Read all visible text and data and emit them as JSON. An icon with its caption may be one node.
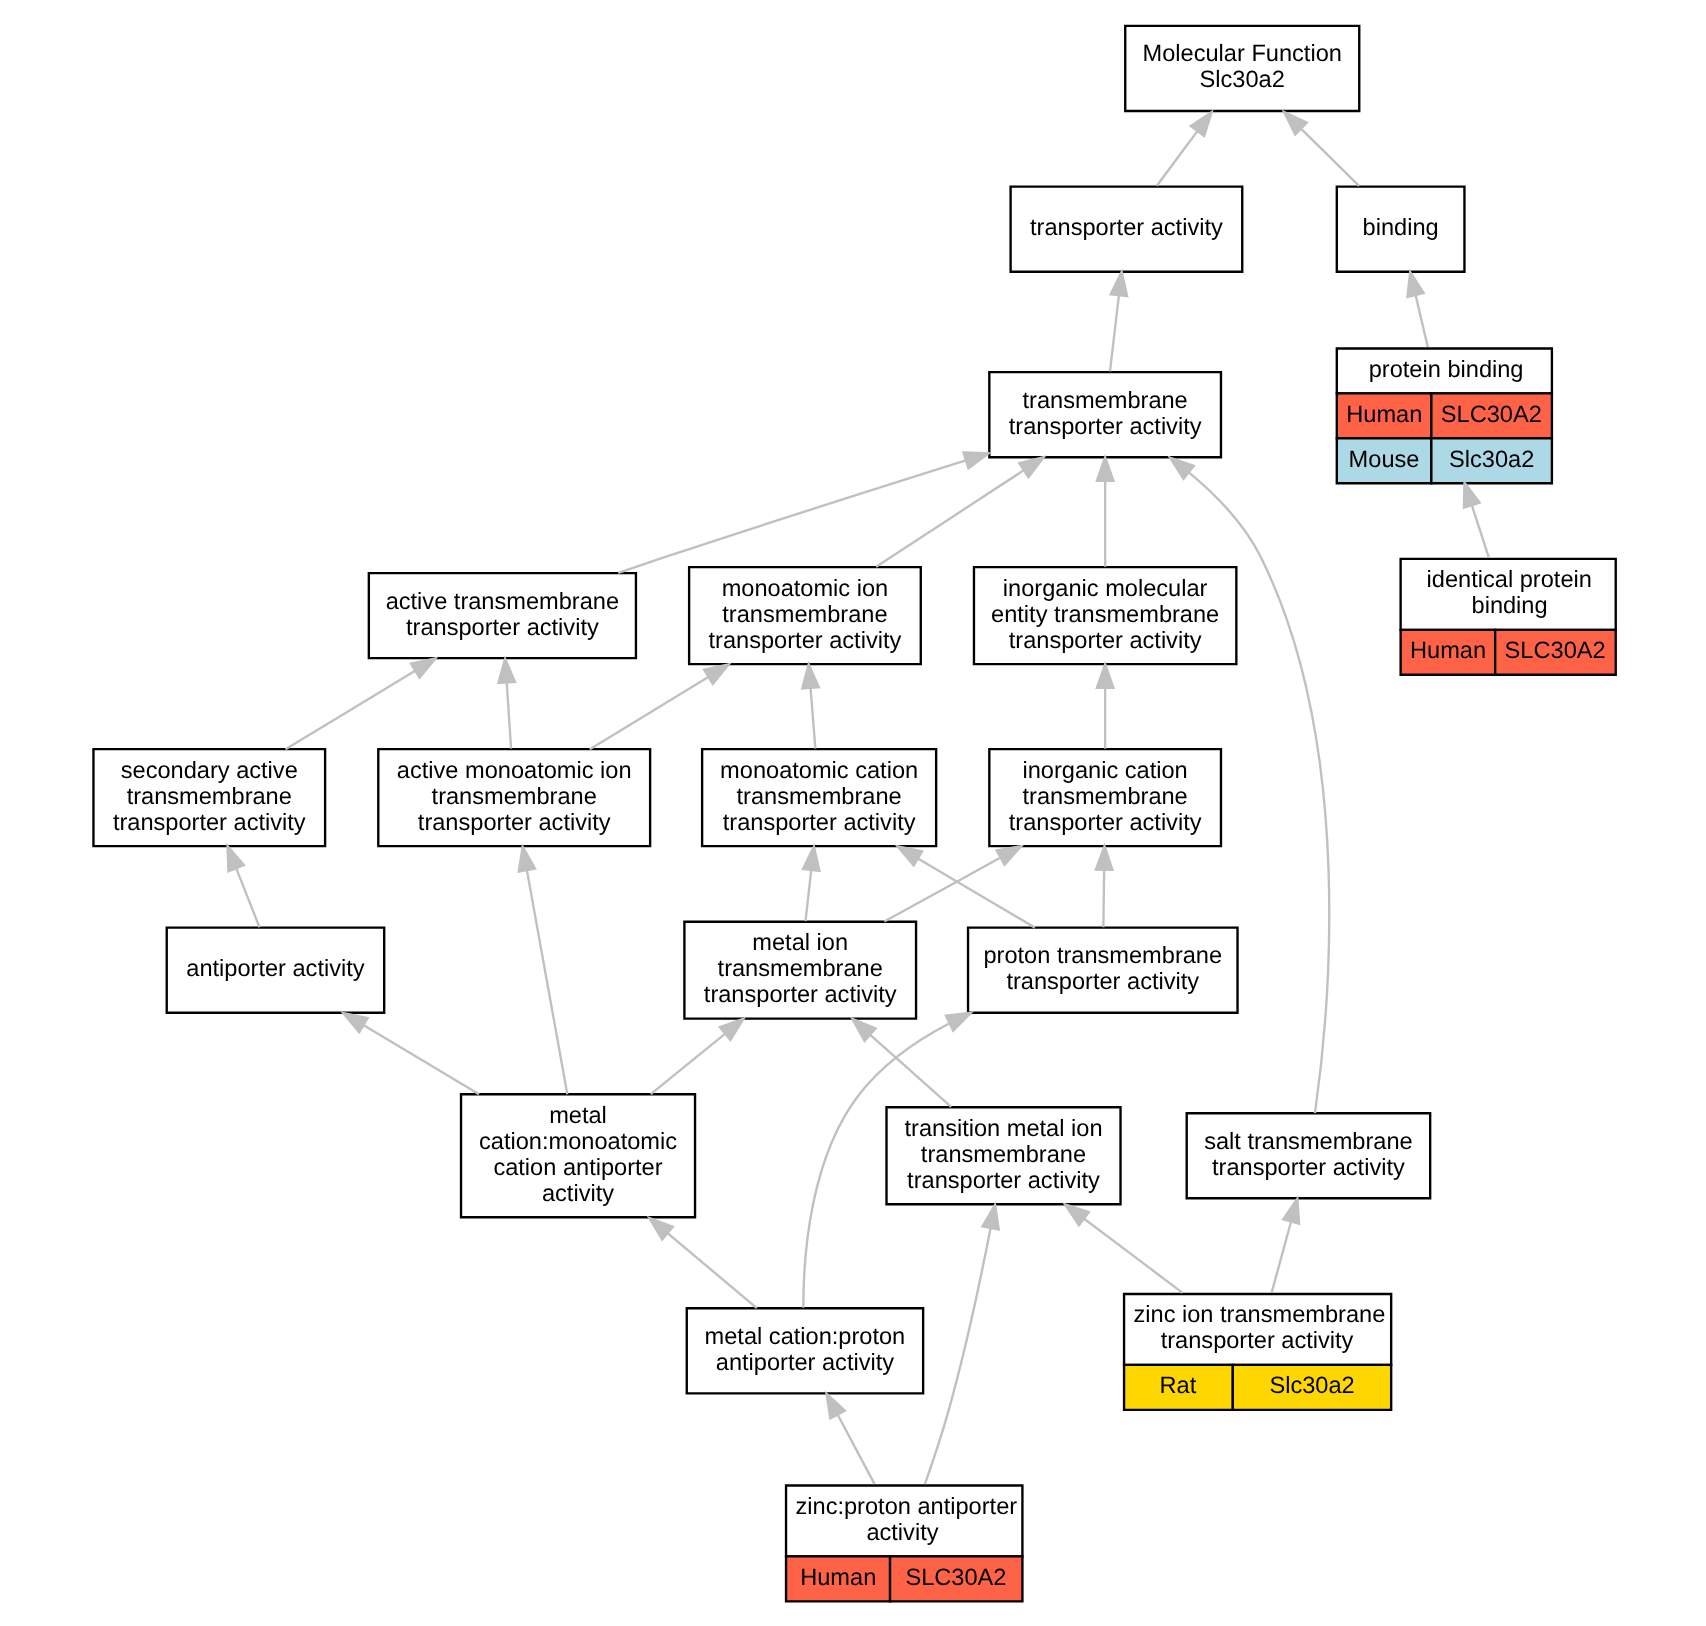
{
  "diagram": {
    "nodes": [
      {
        "text": [
          "Molecular Function Slc30a2"
        ]
      },
      {
        "text": [
          "transporter activity"
        ]
      },
      {
        "text": [
          "binding"
        ]
      },
      {
        "text": [
          "transmembrane transporter activity"
        ]
      },
      {
        "text": [
          "protein binding",
          "Human",
          "SLC30A2",
          "Mouse",
          "Slc30a2"
        ]
      },
      {
        "text": [
          "active transmembrane transporter activity"
        ]
      },
      {
        "text": [
          "monoatomic ion transmembrane transporter activity"
        ]
      },
      {
        "text": [
          "inorganic molecular entity transmembrane transporter activity"
        ]
      },
      {
        "text": [
          "identical protein binding",
          "Human",
          "SLC30A2"
        ]
      },
      {
        "text": [
          "secondary active transmembrane transporter activity"
        ]
      },
      {
        "text": [
          "active monoatomic ion transmembrane transporter activity"
        ]
      },
      {
        "text": [
          "monoatomic cation transmembrane transporter activity"
        ]
      },
      {
        "text": [
          "inorganic cation transmembrane transporter activity"
        ]
      },
      {
        "text": [
          "antiporter activity"
        ]
      },
      {
        "text": [
          "metal ion transmembrane transporter activity"
        ]
      },
      {
        "text": [
          "proton transmembrane transporter activity"
        ]
      },
      {
        "text": [
          "metal cation:monoatomic cation antiporter activity"
        ]
      },
      {
        "text": [
          "transition metal ion transmembrane transporter activity"
        ]
      },
      {
        "text": [
          "salt transmembrane transporter activity"
        ]
      },
      {
        "text": [
          "metal cation:proton antiporter activity"
        ]
      },
      {
        "text": [
          "zinc ion transmembrane transporter activity",
          "Rat",
          "Slc30a2"
        ]
      },
      {
        "text": [
          "zinc:proton antiporter activity",
          "Human",
          "SLC30A2"
        ]
      }
    ],
    "edges": [
      {
        "from": 1,
        "to": 0,
        "arrow": "to"
      },
      {
        "from": 2,
        "to": 0,
        "arrow": "to"
      },
      {
        "from": 3,
        "to": 1,
        "arrow": "to"
      },
      {
        "from": 4,
        "to": 2,
        "arrow": "to"
      },
      {
        "from": 5,
        "to": 3,
        "arrow": "to"
      },
      {
        "from": 6,
        "to": 3,
        "arrow": "to"
      },
      {
        "from": 7,
        "to": 3,
        "arrow": "to"
      },
      {
        "from": 18,
        "to": 3,
        "arrow": "to"
      },
      {
        "from": 8,
        "to": 4,
        "arrow": "to"
      },
      {
        "from": 9,
        "to": 5,
        "arrow": "to"
      },
      {
        "from": 10,
        "to": 5,
        "arrow": "to"
      },
      {
        "from": 10,
        "to": 6,
        "arrow": "to"
      },
      {
        "from": 11,
        "to": 6,
        "arrow": "to"
      },
      {
        "from": 12,
        "to": 7,
        "arrow": "to"
      },
      {
        "from": 13,
        "to": 9,
        "arrow": "to"
      },
      {
        "from": 16,
        "to": 13,
        "arrow": "to"
      },
      {
        "from": 16,
        "to": 10,
        "arrow": "to"
      },
      {
        "from": 14,
        "to": 11,
        "arrow": "to"
      },
      {
        "from": 15,
        "to": 11,
        "arrow": "to"
      },
      {
        "from": 14,
        "to": 12,
        "arrow": "to"
      },
      {
        "from": 15,
        "to": 12,
        "arrow": "to"
      },
      {
        "from": 16,
        "to": 14,
        "arrow": "to"
      },
      {
        "from": 17,
        "to": 14,
        "arrow": "to"
      },
      {
        "from": 19,
        "to": 16,
        "arrow": "to"
      },
      {
        "from": 19,
        "to": 15,
        "arrow": "to"
      },
      {
        "from": 20,
        "to": 17,
        "arrow": "to"
      },
      {
        "from": 21,
        "to": 17,
        "arrow": "to"
      },
      {
        "from": 20,
        "to": 18,
        "arrow": "to"
      },
      {
        "from": 21,
        "to": 19,
        "arrow": "to"
      }
    ]
  }
}
